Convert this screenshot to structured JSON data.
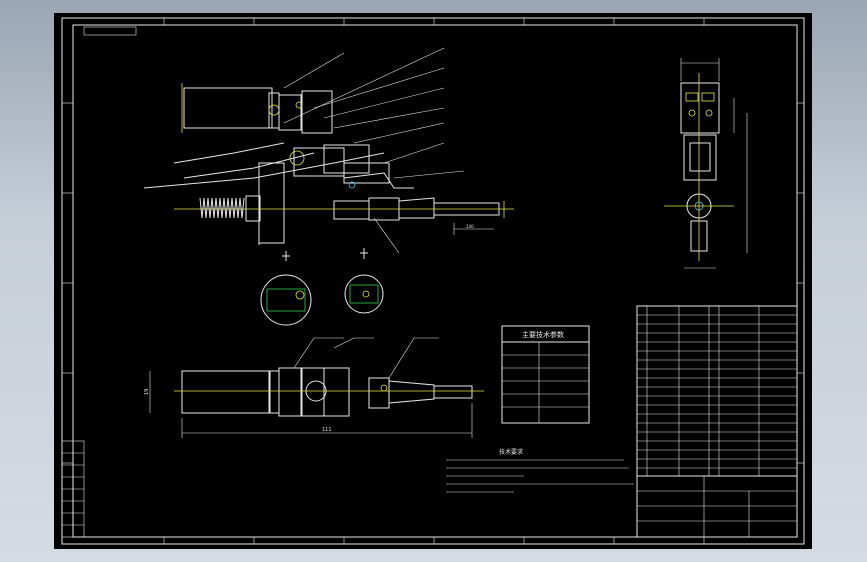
{
  "table_title": "主要技术参数",
  "tech_title": "技术要求",
  "dim_length": "111",
  "dim_height": "19"
}
